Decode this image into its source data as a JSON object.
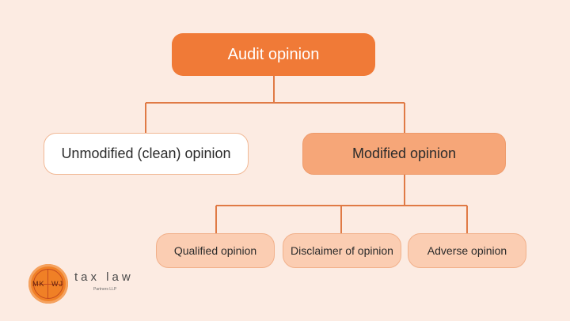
{
  "diagram": {
    "root": {
      "label": "Audit opinion"
    },
    "level1": [
      {
        "label": "Unmodified (clean) opinion"
      },
      {
        "label": "Modified opinion"
      }
    ],
    "level2": [
      {
        "label": "Qualified opinion"
      },
      {
        "label": "Disclaimer of opinion"
      },
      {
        "label": "Adverse opinion"
      }
    ]
  },
  "logo": {
    "mark_left": "MK",
    "mark_right": "WJ",
    "wordmark": "tax law",
    "tagline": "Partners LLP"
  },
  "colors": {
    "background": "#fcebe2",
    "root_fill": "#f07a37",
    "modified_fill": "#f6a678",
    "leaf_fill": "#fbcdb2",
    "connector": "#e07a45"
  }
}
